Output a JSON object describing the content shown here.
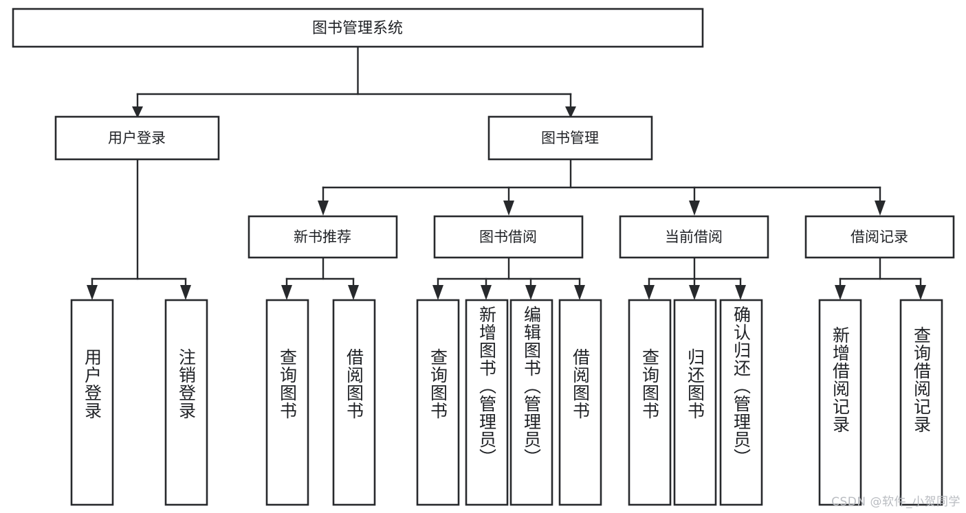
{
  "diagram": {
    "type": "tree",
    "title": "图书管理系统",
    "watermark": "CSDN @软件_小贺同学",
    "root": {
      "id": "root",
      "label": "图书管理系统",
      "orientation": "horizontal"
    },
    "level1": [
      {
        "id": "user-login",
        "label": "用户登录",
        "orientation": "horizontal"
      },
      {
        "id": "book-manage",
        "label": "图书管理",
        "orientation": "horizontal"
      }
    ],
    "level2": [
      {
        "id": "new-book-recommend",
        "label": "新书推荐",
        "parent": "book-manage",
        "orientation": "horizontal"
      },
      {
        "id": "book-borrow",
        "label": "图书借阅",
        "parent": "book-manage",
        "orientation": "horizontal"
      },
      {
        "id": "current-borrow",
        "label": "当前借阅",
        "parent": "book-manage",
        "orientation": "horizontal"
      },
      {
        "id": "borrow-record",
        "label": "借阅记录",
        "parent": "book-manage",
        "orientation": "horizontal"
      }
    ],
    "leaves": [
      {
        "id": "leaf-user-login",
        "label": "用户登录",
        "parent": "user-login",
        "orientation": "vertical"
      },
      {
        "id": "leaf-logout",
        "label": "注销登录",
        "parent": "user-login",
        "orientation": "vertical"
      },
      {
        "id": "leaf-query-book-1",
        "label": "查询图书",
        "parent": "new-book-recommend",
        "orientation": "vertical"
      },
      {
        "id": "leaf-borrow-book-1",
        "label": "借阅图书",
        "parent": "new-book-recommend",
        "orientation": "vertical"
      },
      {
        "id": "leaf-query-book-2",
        "label": "查询图书",
        "parent": "book-borrow",
        "orientation": "vertical"
      },
      {
        "id": "leaf-add-book",
        "label": "新增图书（管理员）",
        "parent": "book-borrow",
        "orientation": "vertical"
      },
      {
        "id": "leaf-edit-book",
        "label": "编辑图书（管理员）",
        "parent": "book-borrow",
        "orientation": "vertical"
      },
      {
        "id": "leaf-borrow-book-2",
        "label": "借阅图书",
        "parent": "book-borrow",
        "orientation": "vertical"
      },
      {
        "id": "leaf-query-book-3",
        "label": "查询图书",
        "parent": "current-borrow",
        "orientation": "vertical"
      },
      {
        "id": "leaf-return-book",
        "label": "归还图书",
        "parent": "current-borrow",
        "orientation": "vertical"
      },
      {
        "id": "leaf-confirm-return",
        "label": "确认归还（管理员）",
        "parent": "current-borrow",
        "orientation": "vertical"
      },
      {
        "id": "leaf-add-record",
        "label": "新增借阅记录",
        "parent": "borrow-record",
        "orientation": "vertical"
      },
      {
        "id": "leaf-query-record",
        "label": "查询借阅记录",
        "parent": "borrow-record",
        "orientation": "vertical"
      }
    ],
    "colors": {
      "stroke": "#27292c",
      "fill": "#ffffff",
      "text": "#1f2125",
      "watermark": "#b9bcc1"
    }
  }
}
